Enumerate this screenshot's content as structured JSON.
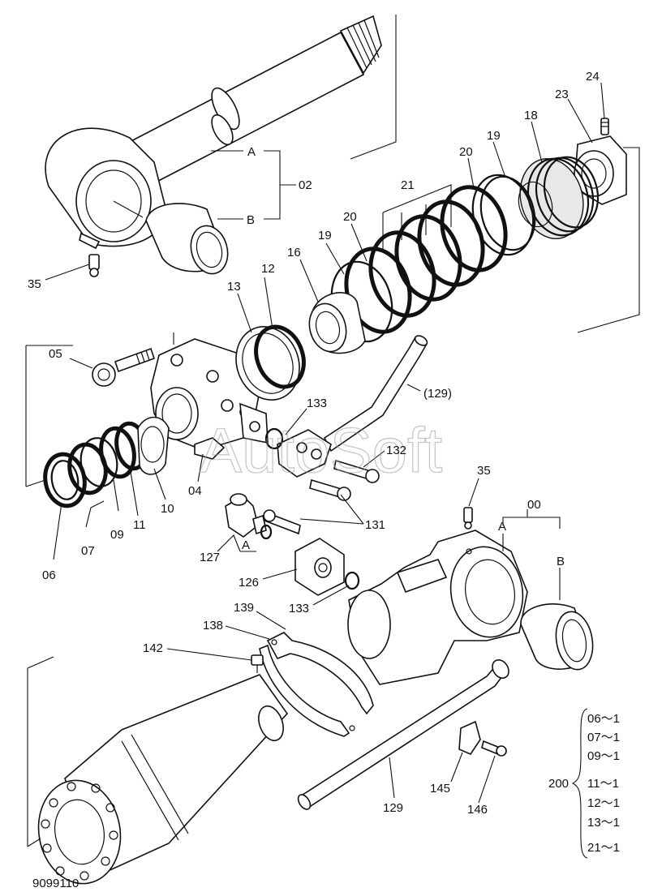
{
  "drawing_number": "9099110",
  "watermark": "AutoSoft",
  "callouts": {
    "c35a": "35",
    "c02": "02",
    "cA1": "A",
    "cB1": "B",
    "c24": "24",
    "c23": "23",
    "c18": "18",
    "c19a": "19",
    "c20a": "20",
    "c21": "21",
    "c20b": "20",
    "c19b": "19",
    "c16": "16",
    "c13": "13",
    "c12": "12",
    "c05": "05",
    "c133a": "133",
    "c129a": "(129)",
    "c04": "04",
    "c132": "132",
    "c06": "06",
    "c07": "07",
    "c09": "09",
    "c11": "11",
    "c10": "10",
    "c35b": "35",
    "c00": "00",
    "cA2": "A",
    "cB2": "B",
    "c131": "131",
    "c127": "127",
    "cA3": "A",
    "c126": "126",
    "c133b": "133",
    "c139": "139",
    "c138": "138",
    "c142": "142",
    "c145": "145",
    "c146": "146",
    "c129b": "129"
  },
  "kit": {
    "number": "200",
    "items": [
      "06～1",
      "07～1",
      "09～1",
      "11～1",
      "12～1",
      "13～1",
      "21～1"
    ]
  }
}
